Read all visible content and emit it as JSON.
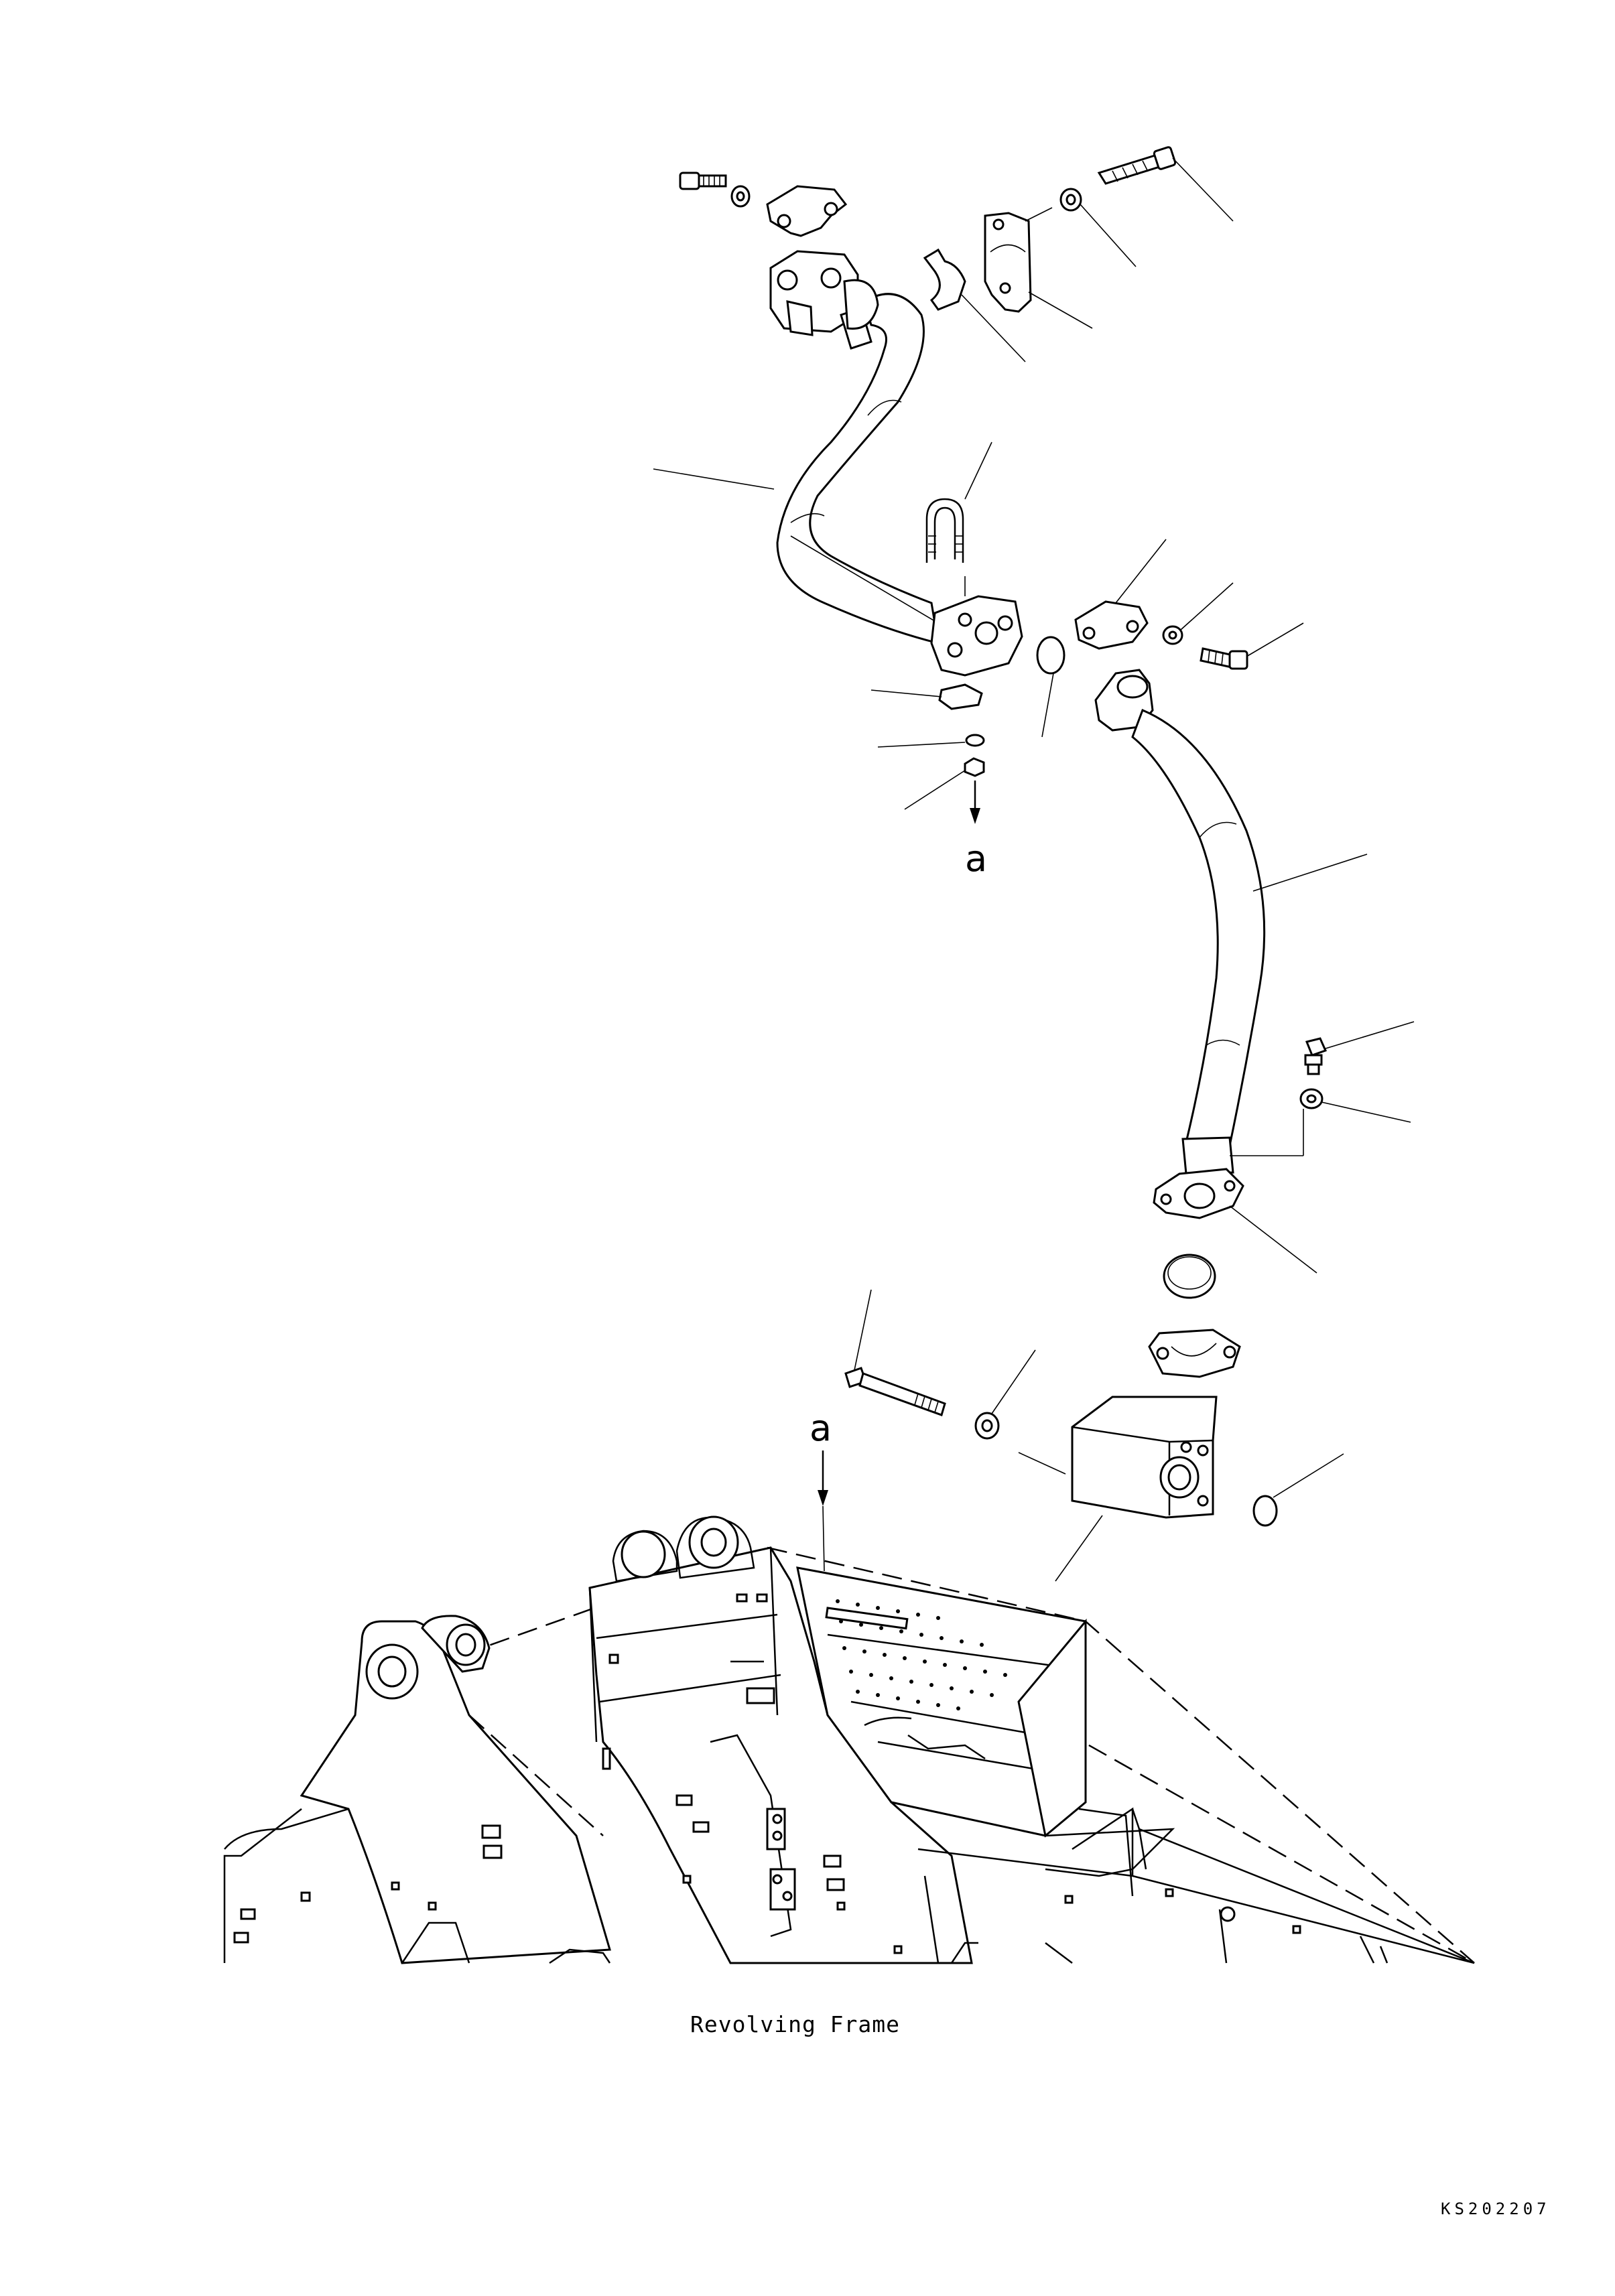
{
  "diagram": {
    "reference_letters": [
      "a",
      "a"
    ],
    "caption": "Revolving Frame",
    "drawing_code": "KS202207"
  }
}
